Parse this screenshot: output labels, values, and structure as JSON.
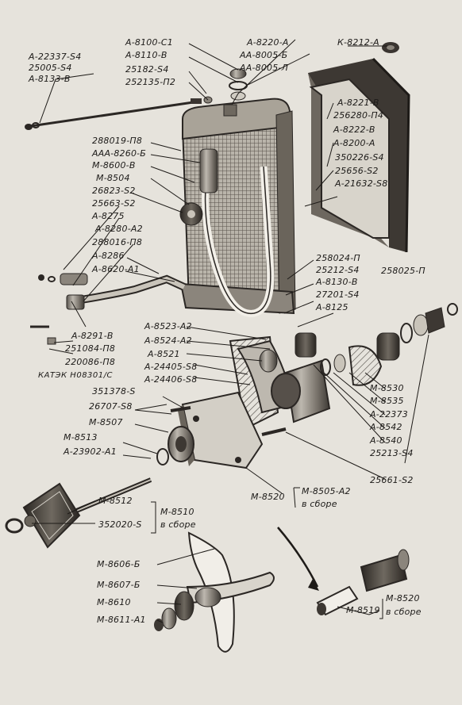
{
  "diagram": {
    "top_left": [
      "А-22337-S4",
      "25005-S4",
      "А-8133-В"
    ],
    "cap_group": [
      "А-8100-С1",
      "А-8110-В",
      "25182-S4",
      "252135-П2"
    ],
    "top_right": [
      "А-8220-А",
      "АА-8005-Б",
      "АА-8005-Л",
      "К-8212-А"
    ],
    "shroud_right": [
      "А-8221-В",
      "256280-П4",
      "А-8222-В",
      "А-8200-А",
      "350226-S4",
      "25656-S2",
      "А-21632-S8"
    ],
    "left_column": [
      "288019-П8",
      "ААА-8260-Б",
      "М-8600-В",
      "М-8504",
      "26823-S2",
      "25663-S2",
      "А-8275",
      "А-8280-А2",
      "288016-П8",
      "А-8286",
      "А-8620-А1"
    ],
    "drain_group": [
      "А-8291-В",
      "251084-П8",
      "220086-П8"
    ],
    "catalog_note": "КАТЭК Н08301/С",
    "radiator_lower_right": [
      "258024-П",
      "25212-S4",
      "А-8130-В",
      "27201-S4",
      "А-8125"
    ],
    "shroud_bottom": "258025-П",
    "pump_center": [
      "А-8523-А2",
      "А-8524-А2",
      "А-8521",
      "А-24405-S8",
      "А-24406-S8"
    ],
    "pump_right": [
      "М-8530",
      "М-8535",
      "А-22373",
      "А-8542",
      "А-8540",
      "25213-S4",
      "25661-S2"
    ],
    "pump_left": [
      "351378-S",
      "26707-S8",
      "М-8507",
      "М-8513",
      "А-23902-А1"
    ],
    "pulley": [
      "М-8512",
      "352020-S"
    ],
    "assembly_8510": [
      "М-8510",
      "в сборе"
    ],
    "part_8520": "М-8520",
    "assembly_8505": [
      "М-8505-А2",
      "в сборе"
    ],
    "fan": [
      "М-8606-Б",
      "М-8607-Б",
      "М-8610",
      "М-8611-А1"
    ],
    "sleeve": "М-8519",
    "assembly_8520": [
      "М-8520",
      "в сборе"
    ]
  }
}
